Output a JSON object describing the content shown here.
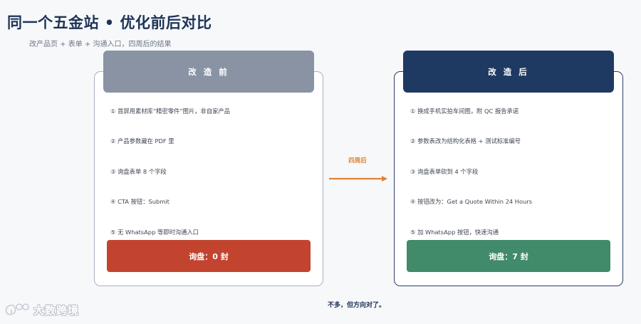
{
  "header": {
    "title": "同一个五金站 • 优化前后对比",
    "subtitle": "改产品页 + 表单 + 沟通入口，四周后的结果"
  },
  "before": {
    "title": "改 造 前",
    "items": [
      "① 首屏用素材库“精密零件”图片，非自家产品",
      "② 产品参数藏在 PDF 里",
      "③ 询盘表单 8 个字段",
      "④ CTA 按钮：Submit",
      "⑤ 无 WhatsApp 等即时沟通入口"
    ],
    "result": "询盘：0 封"
  },
  "after": {
    "title": "改 造 后",
    "items": [
      "① 换成手机实拍车间图，附 QC 报告承诺",
      "② 参数表改为结构化表格 + 测试标准编号",
      "③ 询盘表单砍到 4 个字段",
      "④ 按钮改为：Get a Quote Within 24 Hours",
      "⑤ 加 WhatsApp 按钮，快速沟通"
    ],
    "result": "询盘：7 封"
  },
  "arrow": {
    "label": "四周后"
  },
  "footer": {
    "note": "不多，但方向对了。"
  },
  "watermark": {
    "text": "大数跨境"
  },
  "colors": {
    "title": "#1f3357",
    "before_header": "#8993a4",
    "after_header": "#1f3a62",
    "before_result": "#c2442f",
    "after_result": "#418a6a",
    "arrow": "#e08236"
  }
}
